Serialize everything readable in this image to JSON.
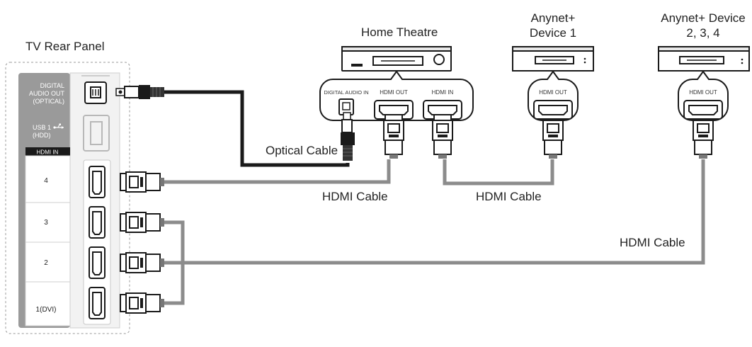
{
  "labels": {
    "tv_rear_panel": "TV Rear Panel",
    "home_theatre": "Home Theatre",
    "anynet_device1_line1": "Anynet+",
    "anynet_device1_line2": "Device 1",
    "anynet_device2_line1": "Anynet+ Device",
    "anynet_device2_line2": "2, 3, 4"
  },
  "tv_panel": {
    "digital_audio_line1": "DIGITAL",
    "digital_audio_line2": "AUDIO OUT",
    "digital_audio_line3": "(OPTICAL)",
    "usb_line1": "USB 1",
    "usb_line2": "(HDD)",
    "hdmi_in_header": "HDMI IN",
    "hdmi_ports": [
      "4",
      "3",
      "2",
      "1(DVI)"
    ]
  },
  "home_theatre_panel": {
    "digital_audio_in": "DIGITAL AUDIO IN",
    "hdmi_out": "HDMI OUT",
    "hdmi_in": "HDMI IN"
  },
  "device_panels": {
    "device1_port": "HDMI OUT",
    "device2_port": "HDMI OUT"
  },
  "cables": {
    "optical": "Optical Cable",
    "hdmi_1": "HDMI Cable",
    "hdmi_2": "HDMI Cable",
    "hdmi_3": "HDMI Cable"
  }
}
